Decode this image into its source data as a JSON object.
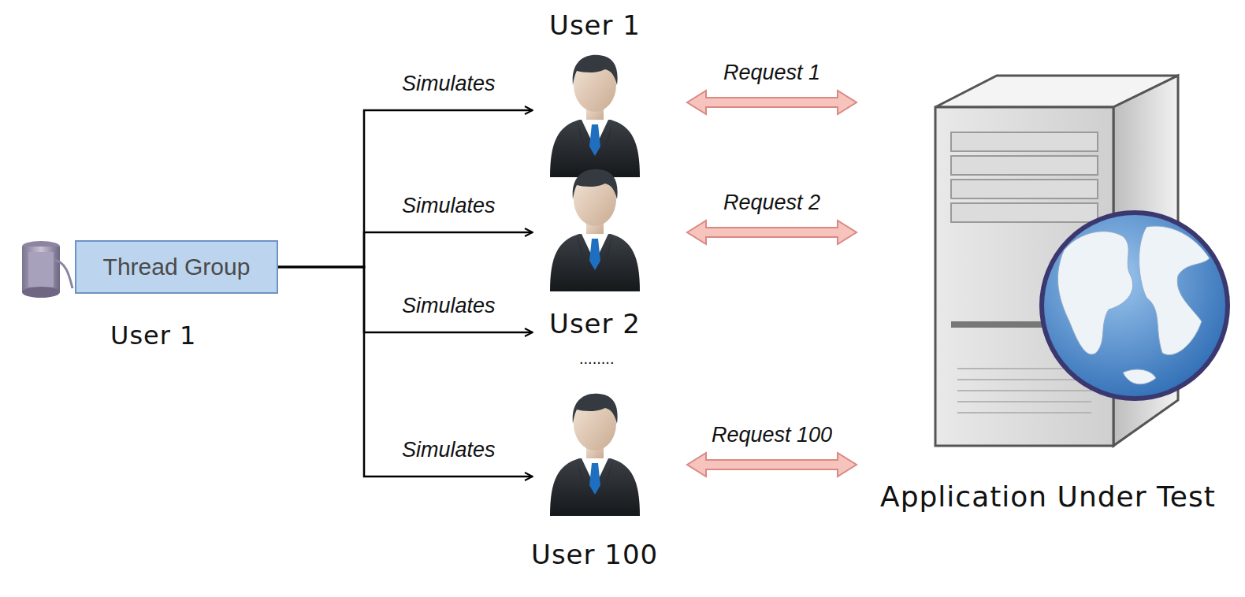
{
  "diagram": {
    "nodes": [
      {
        "text": [
          "Thread Group",
          "User 1"
        ]
      },
      {
        "text": [
          "User 1"
        ]
      },
      {
        "text": [
          "User 2"
        ]
      },
      {
        "text": [
          "User 100"
        ]
      },
      {
        "text": [
          "Application Under Test"
        ]
      }
    ],
    "edges": [
      {
        "from": 0,
        "to": 1,
        "arrow": "to",
        "label": "Simulates"
      },
      {
        "from": 0,
        "to": 2,
        "arrow": "to",
        "label": "Simulates"
      },
      {
        "from": 0,
        "to": 2,
        "arrow": "to",
        "label": "Simulates"
      },
      {
        "from": 0,
        "to": 3,
        "arrow": "to",
        "label": "Simulates"
      },
      {
        "from": 1,
        "to": 4,
        "arrow": "both",
        "label": "Request 1"
      },
      {
        "from": 2,
        "to": 4,
        "arrow": "both",
        "label": "Request 2"
      },
      {
        "from": 3,
        "to": 4,
        "arrow": "both",
        "label": "Request 100"
      }
    ],
    "labels": [
      "........"
    ]
  }
}
